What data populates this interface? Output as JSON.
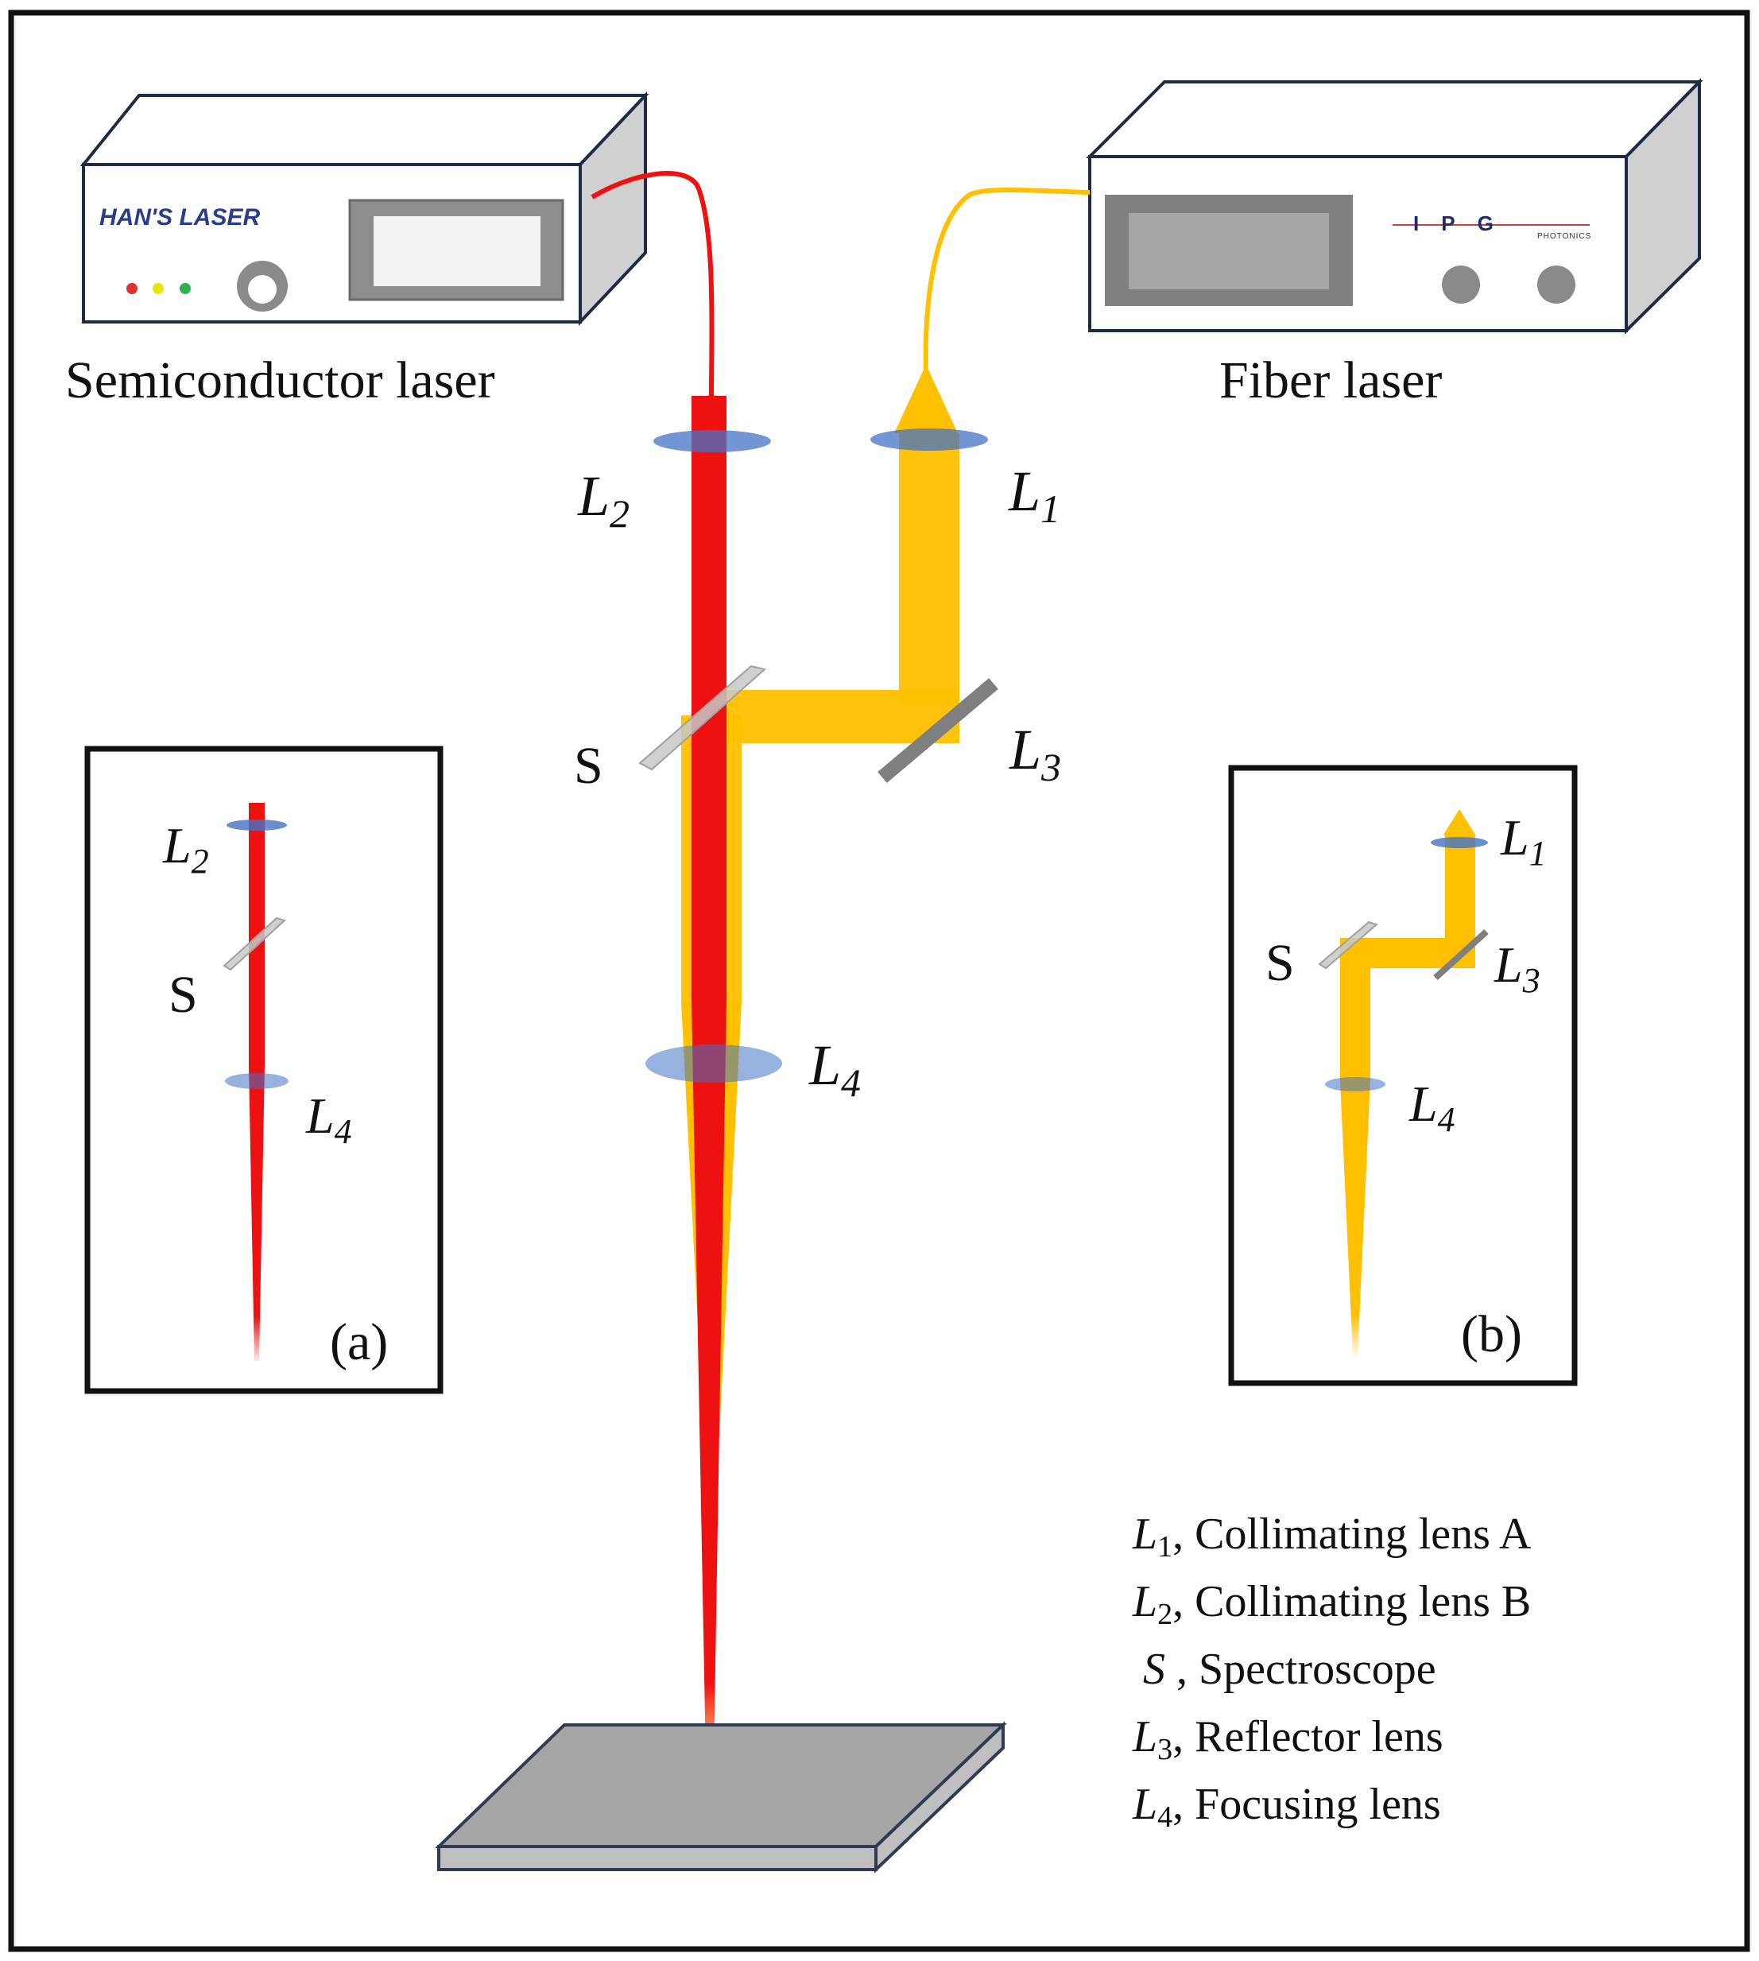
{
  "devices": {
    "semiconductor": {
      "label": "Semiconductor laser",
      "brand": "HAN'S LASER"
    },
    "fiber": {
      "label": "Fiber laser",
      "brand": "IPG",
      "brand_sub": "PHOTONICS"
    }
  },
  "components": {
    "lens_letter": "L",
    "l1_sub": "1",
    "l2_sub": "2",
    "l3_sub": "3",
    "l4_sub": "4",
    "spectroscope": "S"
  },
  "insets": {
    "a_label": "(a)",
    "b_label": "(b)"
  },
  "legend": [
    {
      "symbol": "L",
      "sub": "1",
      "text": ", Collimating lens A"
    },
    {
      "symbol": "L",
      "sub": "2",
      "text": ", Collimating lens B"
    },
    {
      "symbol": "S",
      "sub": "",
      "text": " , Spectroscope"
    },
    {
      "symbol": "L",
      "sub": "3",
      "text": ", Reflector lens"
    },
    {
      "symbol": "L",
      "sub": "4",
      "text": ", Focusing lens"
    }
  ],
  "colors": {
    "red_beam": "#ee1111",
    "yellow_beam": "#ffc000",
    "lens": "#4472c4",
    "mirror": "#7f7f7f",
    "plate": "#a6a6a6"
  }
}
